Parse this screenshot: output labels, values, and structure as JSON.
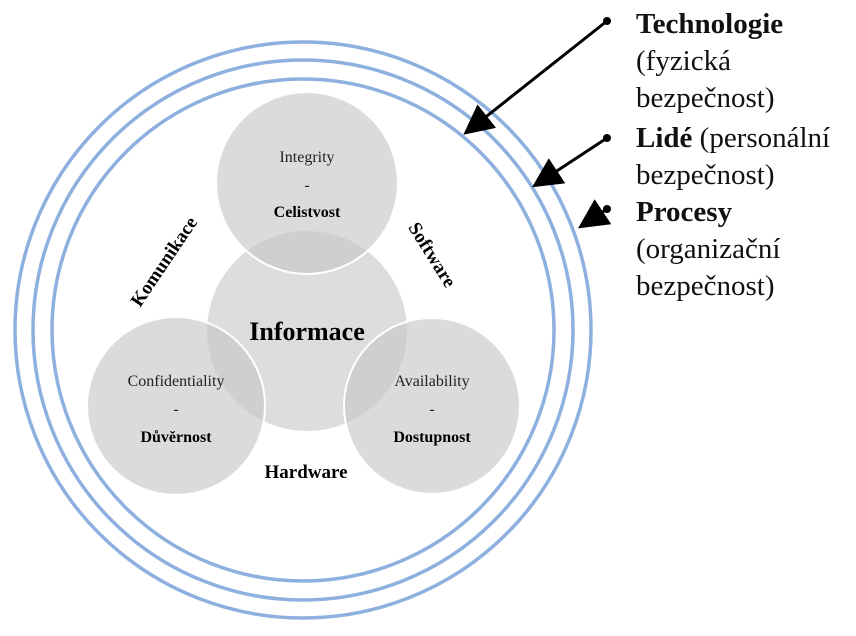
{
  "diagram": {
    "center_label": "Informace",
    "circles": {
      "integrity": {
        "en": "Integrity",
        "dash": "-",
        "cs": "Celistvost"
      },
      "confidentiality": {
        "en": "Confidentiality",
        "dash": "-",
        "cs": "Důvěrnost"
      },
      "availability": {
        "en": "Availability",
        "dash": "-",
        "cs": "Dostupnost"
      }
    },
    "edges": {
      "left": "Komunikace",
      "right": "Software",
      "bottom": "Hardware"
    }
  },
  "legend": {
    "technologie": {
      "title": "Technologie",
      "line1": "(fyzická",
      "line2": "bezpečnost)"
    },
    "lide": {
      "title": "Lidé",
      "rest": " (personální",
      "line2": "bezpečnost)"
    },
    "procesy": {
      "title": "Procesy",
      "line1": "(organizační",
      "line2": "bezpečnost)"
    }
  },
  "colors": {
    "ring": "#8eb0df",
    "circle_fill": "#d9d9d9",
    "arrow": "#000000"
  }
}
